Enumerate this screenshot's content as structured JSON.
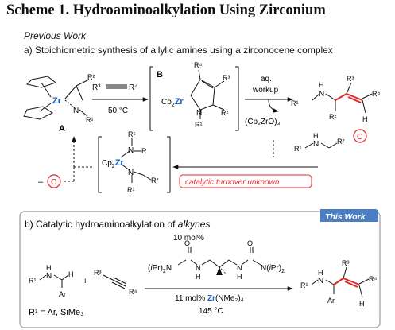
{
  "title": {
    "prefix": "Scheme 1.",
    "text": "Hydroaminoalkylation Using Zirconium"
  },
  "previous_work": "Previous Work",
  "part_a": "a) Stoichiometric synthesis of allylic amines using a zirconocene complex",
  "part_b": "b) Catalytic hydroaminoalkylation of ",
  "part_b_em": "alkynes",
  "this_work": "This Work",
  "compound_a": "A",
  "compound_b": "B",
  "compound_c": "C",
  "minus": "–",
  "temp_a": "50 °C",
  "aq": "aq.",
  "workup": "workup",
  "byproduct": "(Cp₂ZrO)₃",
  "turnover": "catalytic turnover unknown",
  "mol10": "10 mol%",
  "zr_cat_pre": "11 mol% ",
  "zr_cat_zr": "Zr",
  "zr_cat_post": "(NMe₂)₄",
  "temp_b": "145 °C",
  "r1_def": "R¹ = Ar, SiMe₃",
  "colors": {
    "zr": "#1a5fc8",
    "red": "#e0282b",
    "banner": "#4a7fc4"
  }
}
